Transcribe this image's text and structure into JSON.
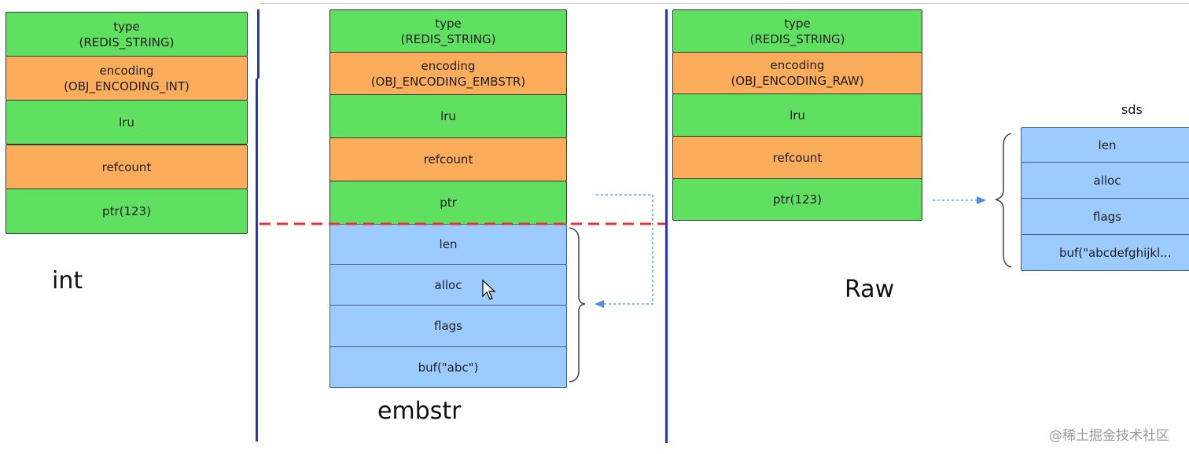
{
  "int_block": {
    "fields": [
      {
        "line1": "type",
        "line2": "(REDIS_STRING)",
        "color": "green"
      },
      {
        "line1": "encoding",
        "line2": "(OBJ_ENCODING_INT)",
        "color": "orange"
      },
      {
        "line1": "lru",
        "line2": "",
        "color": "green"
      },
      {
        "line1": "refcount",
        "line2": "",
        "color": "orange"
      },
      {
        "line1": "ptr(123)",
        "line2": "",
        "color": "green"
      }
    ],
    "label": "int"
  },
  "embstr_block": {
    "fields": [
      {
        "line1": "type",
        "line2": "(REDIS_STRING)",
        "color": "green"
      },
      {
        "line1": "encoding",
        "line2": "(OBJ_ENCODING_EMBSTR)",
        "color": "orange"
      },
      {
        "line1": "lru",
        "line2": "",
        "color": "green"
      },
      {
        "line1": "refcount",
        "line2": "",
        "color": "orange"
      },
      {
        "line1": "ptr",
        "line2": "",
        "color": "green"
      }
    ],
    "sds_fields": [
      "len",
      "alloc",
      "flags",
      "buf(\"abc\")"
    ],
    "label": "embstr"
  },
  "raw_block": {
    "fields": [
      {
        "line1": "type",
        "line2": "(REDIS_STRING)",
        "color": "green"
      },
      {
        "line1": "encoding",
        "line2": "(OBJ_ENCODING_RAW)",
        "color": "orange"
      },
      {
        "line1": "lru",
        "line2": "",
        "color": "green"
      },
      {
        "line1": "refcount",
        "line2": "",
        "color": "orange"
      },
      {
        "line1": "ptr(123)",
        "line2": "",
        "color": "green"
      }
    ],
    "label": "Raw"
  },
  "sds_block": {
    "title": "sds",
    "fields": [
      "len",
      "alloc",
      "flags",
      "buf(\"abcdefghijkl..."
    ]
  },
  "watermark": "@稀土掘金技术社区",
  "colors": {
    "green": "#5fe060",
    "orange": "#fbad5c",
    "blue": "#9cccff",
    "divider": "#2433c8",
    "dashed_red": "#e8323c",
    "arrow_blue": "#4a90e2"
  }
}
